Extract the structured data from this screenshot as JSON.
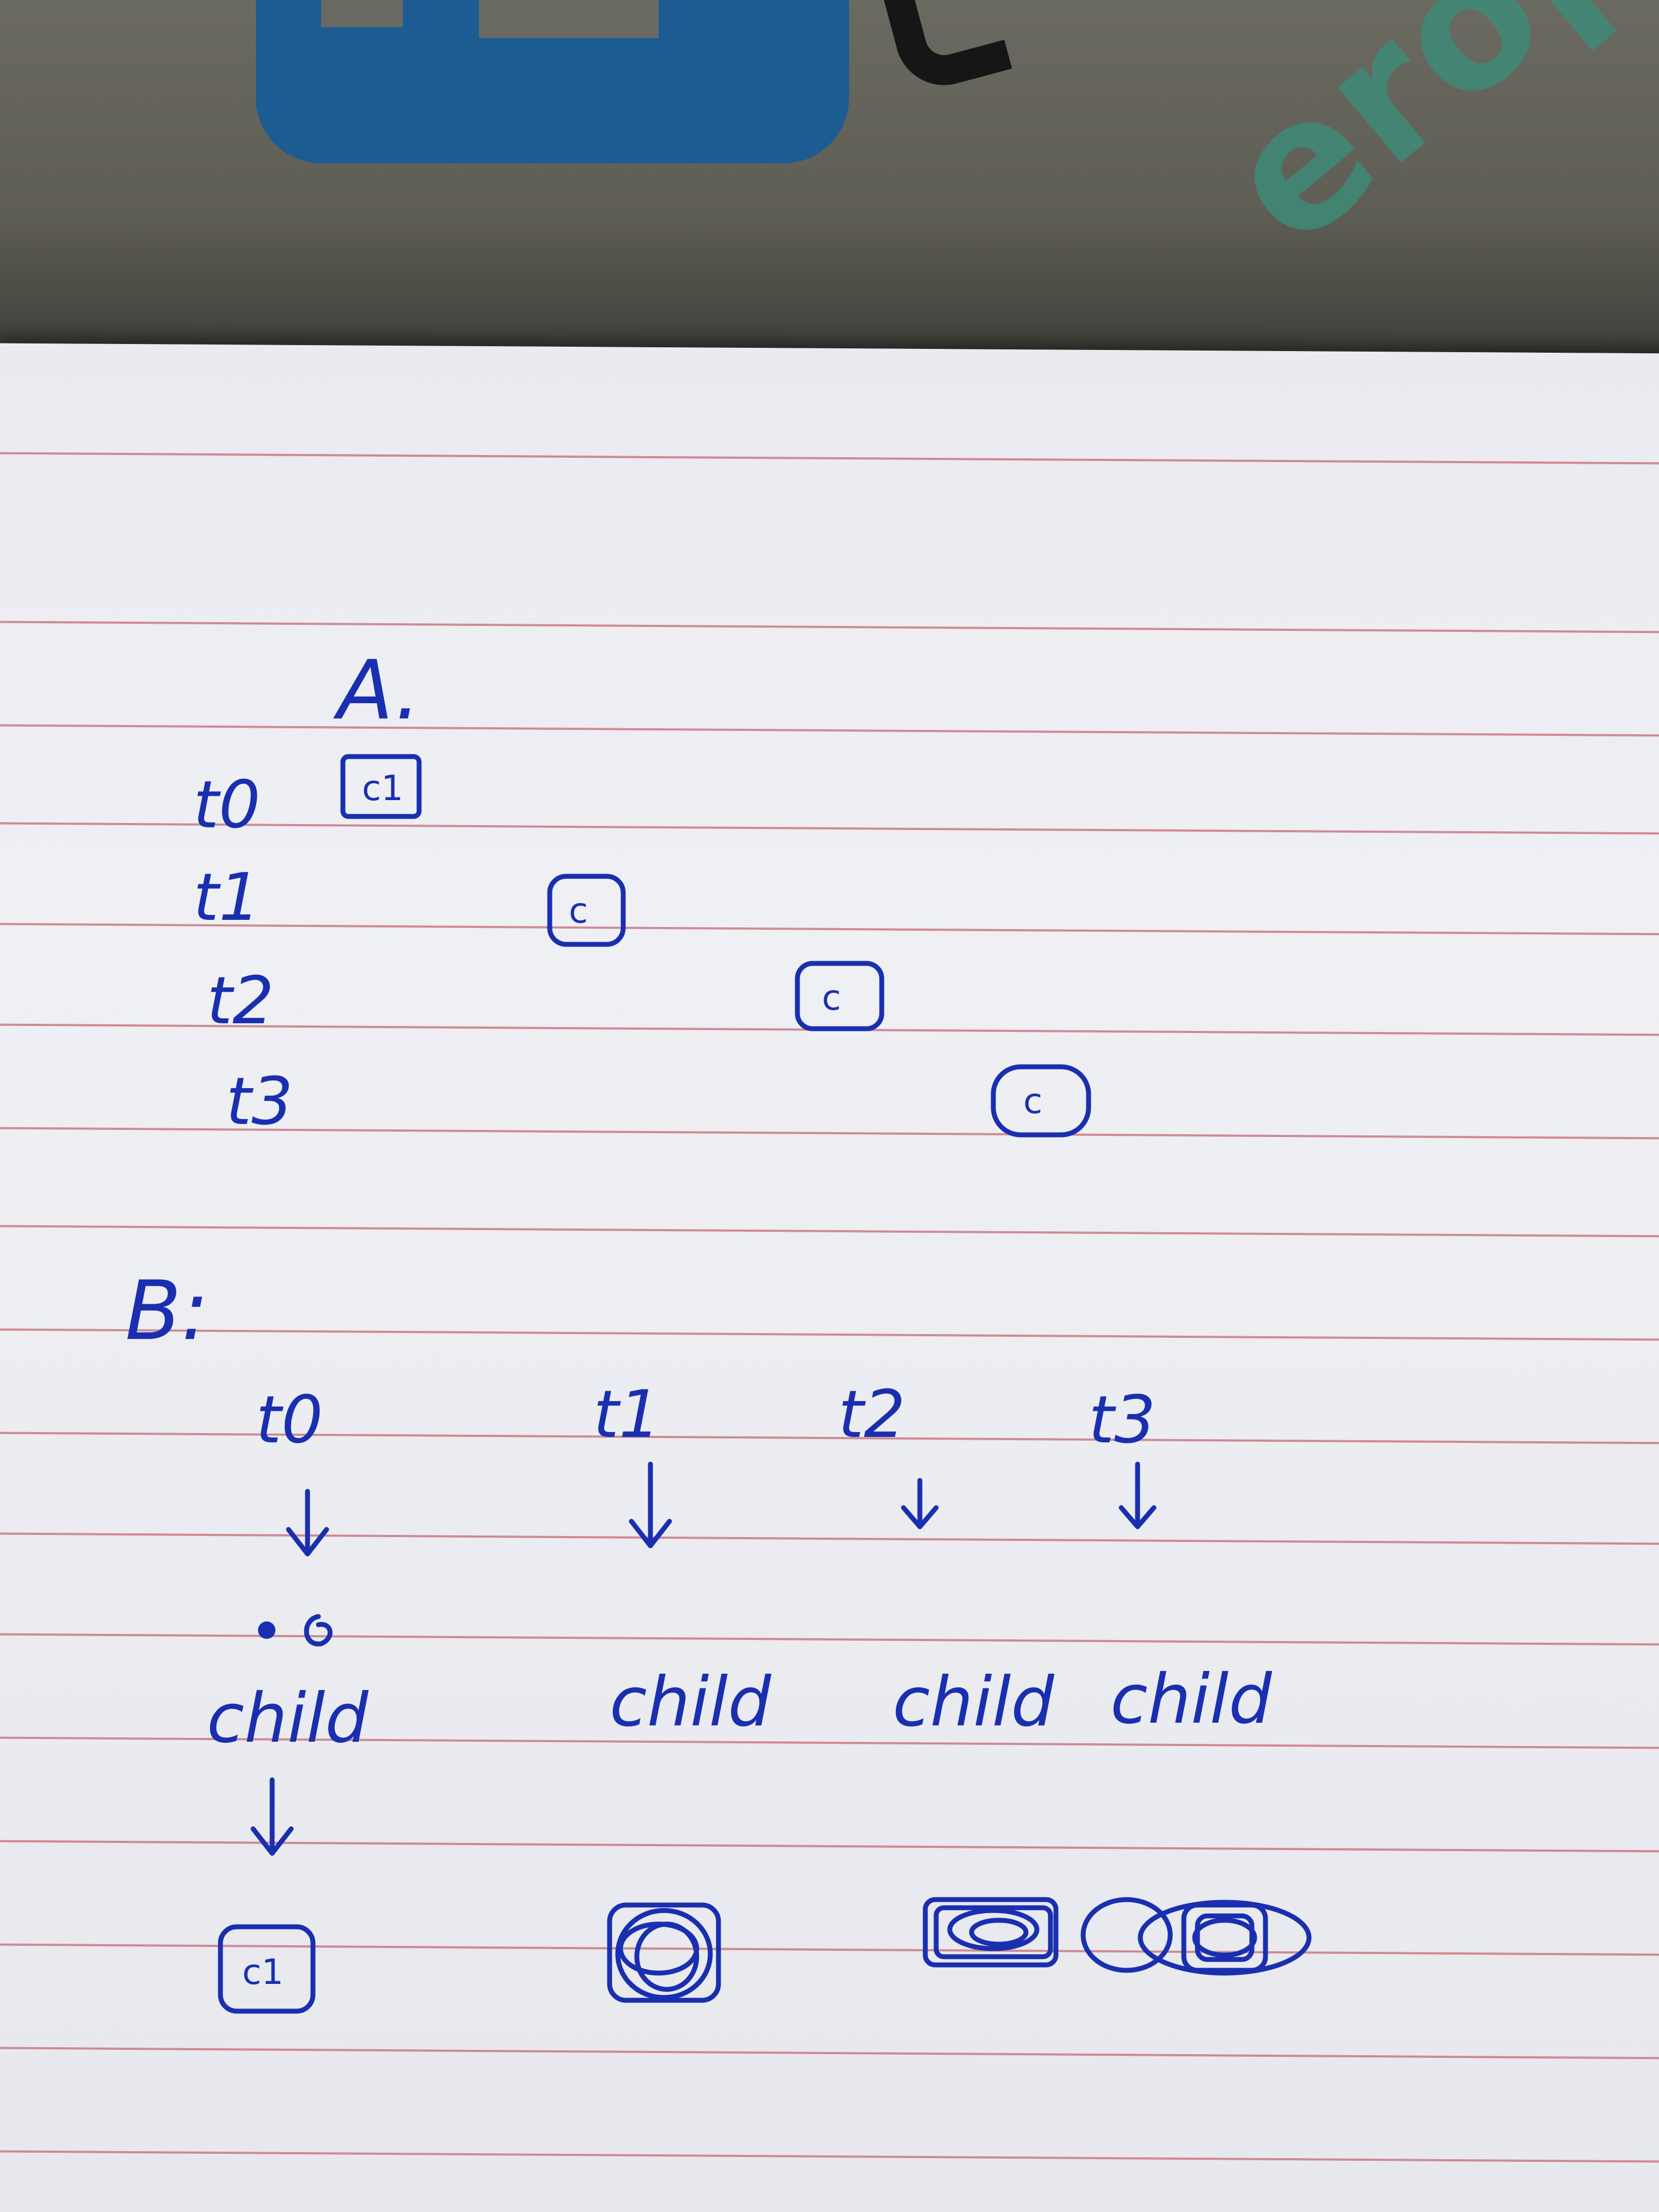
{
  "section_a": {
    "heading": "A.",
    "rows": [
      {
        "time": "t0",
        "box": "c1"
      },
      {
        "time": "t1",
        "box": "c"
      },
      {
        "time": "t2",
        "box": "c"
      },
      {
        "time": "t3",
        "box": "c"
      }
    ]
  },
  "section_b": {
    "heading": "B:",
    "columns": [
      {
        "time": "t0",
        "label": "child",
        "box": "c1"
      },
      {
        "time": "t1",
        "label": "child"
      },
      {
        "time": "t2",
        "label": "child"
      },
      {
        "time": "t3",
        "label": "child"
      }
    ]
  },
  "colors": {
    "ink": "#1a2fb0",
    "paper": "#eceef2",
    "rule": "#c87a82"
  }
}
